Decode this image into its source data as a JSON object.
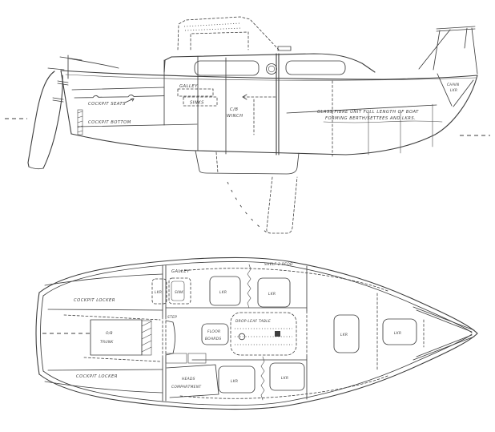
{
  "drawing": {
    "ink_color": "#3e3e3e",
    "paper_color": "#ffffff",
    "subject": "sailboat general arrangement: side elevation and interior plan"
  },
  "side_view": {
    "labels": {
      "cockpit_seats": "COCKPIT SEATS",
      "cockpit_bottom": "COCKPIT BOTTOM",
      "galley": "GALLEY",
      "sinks": "SINKS",
      "cb_winch_l1": "C/B",
      "cb_winch_l2": "WINCH",
      "glass_fibre_l1": "GLASS FIBRE UNIT FULL LENGTH OF BOAT",
      "glass_fibre_l2": "FORMING BERTH/SETTEES AND LKRS.",
      "chain_lkr_l1": "CHAIN",
      "chain_lkr_l2": "LKR"
    }
  },
  "plan_view": {
    "labels": {
      "shelf": "SHELF  2 REQD",
      "galley": "GALLEY",
      "lkr": "LKR",
      "sink": "SINK",
      "step": "STEP",
      "cockpit_locker": "COCKPIT  LOCKER",
      "ob_trunk_l1": "O/B",
      "ob_trunk_l2": "TRUNK",
      "drop_leaf_table": "DROP-LEAF TABLE",
      "floor_boards_l1": "FLOOR",
      "floor_boards_l2": "BOARDS",
      "heads_l1": "HEADS",
      "heads_l2": "COMPARTMENT"
    }
  }
}
